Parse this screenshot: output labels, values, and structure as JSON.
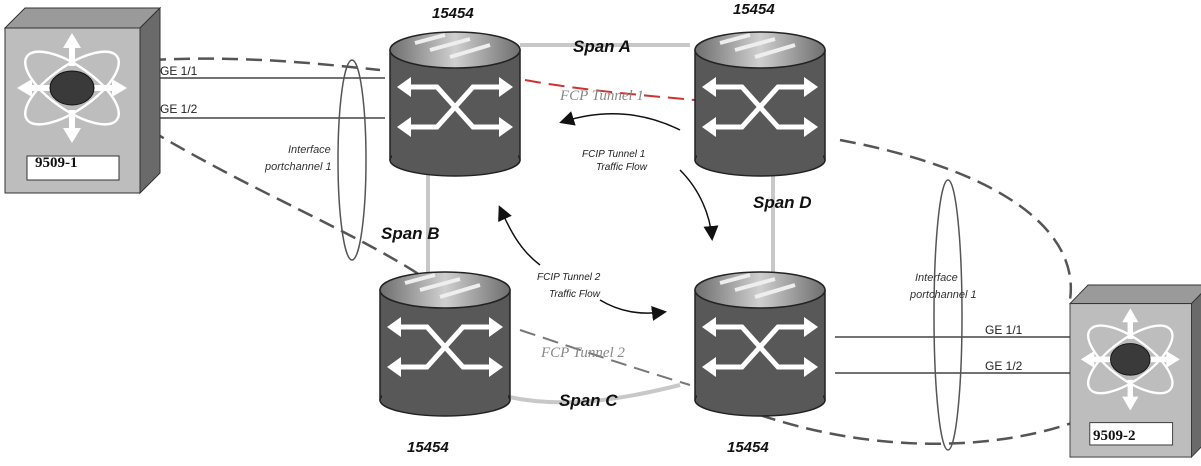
{
  "colors": {
    "router_body": "#5a5a5a",
    "router_top": "#9a9a9a",
    "switch_face": "#bdbdbd",
    "switch_side": "#7a7a7a",
    "span_line": "#c8c8c8",
    "tunnel_dash": "#555555",
    "fcp_red": "#cc3333"
  },
  "icons": [
    "mds-switch-icon",
    "ons-15454-router-icon"
  ],
  "nodes": {
    "top_left_name": "15454",
    "top_right_name": "15454",
    "bottom_left_name": "15454",
    "bottom_right_name": "15454"
  },
  "switches": {
    "left": {
      "name": "9509-1",
      "port1": "GE 1/1",
      "port2": "GE 1/2",
      "portchannel_line1": "Interface",
      "portchannel_line2": "portchannel 1"
    },
    "right": {
      "name": "9509-2",
      "port1": "GE 1/1",
      "port2": "GE 1/2",
      "portchannel_line1": "Interface",
      "portchannel_line2": "portchannel 1"
    }
  },
  "spans": {
    "a": "Span A",
    "b": "Span B",
    "c": "Span C",
    "d": "Span D"
  },
  "tunnels": {
    "tunnel1": "FCP Tunnel 1",
    "tunnel2": "FCP Tunnel 2",
    "flow1_line1": "FCIP Tunnel 1",
    "flow1_line2": "Traffic Flow",
    "flow2_line1": "FCIP Tunnel 2",
    "flow2_line2": "Traffic Flow"
  }
}
